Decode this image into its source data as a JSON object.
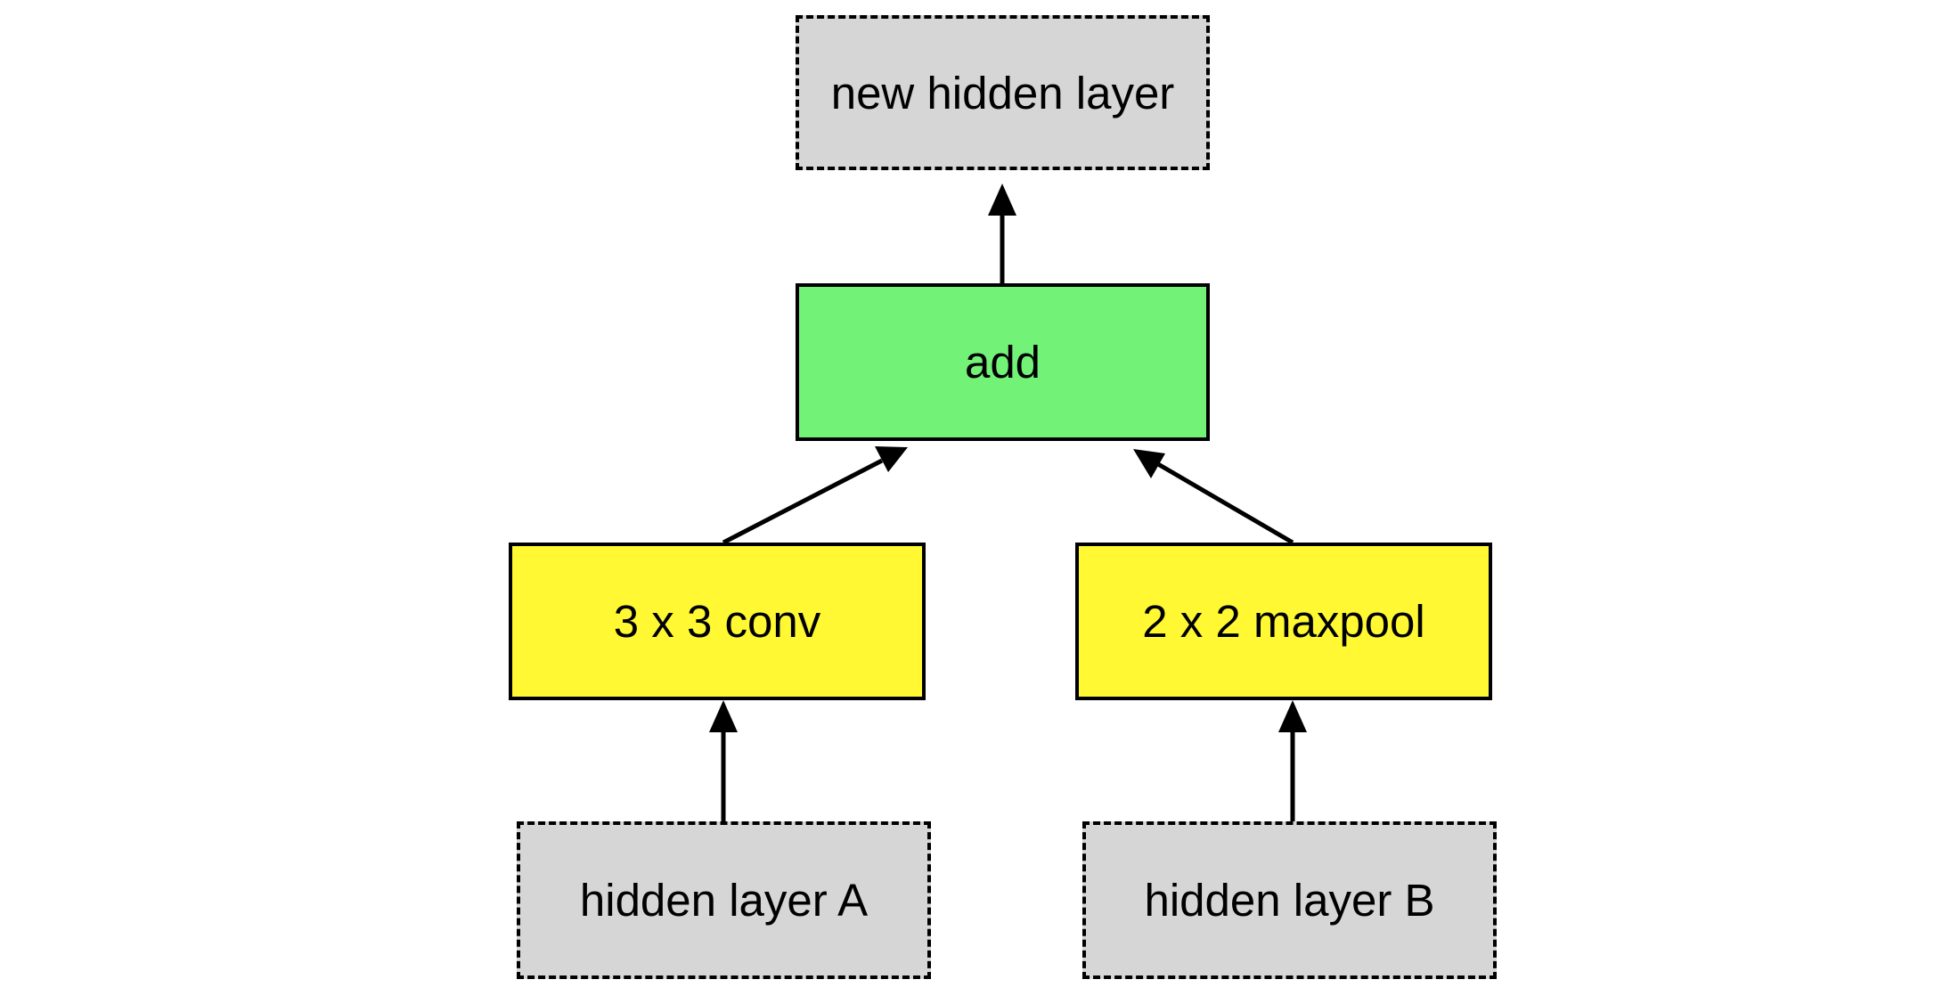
{
  "diagram": {
    "nodes": {
      "new_hidden_layer": {
        "label": "new hidden layer",
        "fill": "#d6d6d6",
        "border": "dashed"
      },
      "add": {
        "label": "add",
        "fill": "#72f276",
        "border": "solid"
      },
      "conv": {
        "label": "3 x 3 conv",
        "fill": "#fff833",
        "border": "solid"
      },
      "maxpool": {
        "label": "2 x 2 maxpool",
        "fill": "#fff833",
        "border": "solid"
      },
      "hidden_a": {
        "label": "hidden layer A",
        "fill": "#d6d6d6",
        "border": "dashed"
      },
      "hidden_b": {
        "label": "hidden layer B",
        "fill": "#d6d6d6",
        "border": "dashed"
      }
    },
    "edges": [
      {
        "from": "hidden layer A",
        "to": "3 x 3 conv"
      },
      {
        "from": "hidden layer B",
        "to": "2 x 2 maxpool"
      },
      {
        "from": "3 x 3 conv",
        "to": "add"
      },
      {
        "from": "2 x 2 maxpool",
        "to": "add"
      },
      {
        "from": "add",
        "to": "new hidden layer"
      }
    ],
    "colors": {
      "edge": "#000000"
    }
  }
}
